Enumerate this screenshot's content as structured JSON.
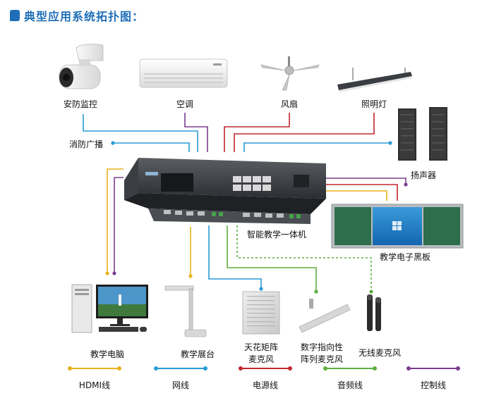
{
  "title": "典型应用系统拓扑图：",
  "colors": {
    "hdmi": "#e8b21e",
    "network": "#2a9bd6",
    "power": "#c0282e",
    "audio": "#5cae3d",
    "control": "#7b3d8f",
    "title": "#1f6fb8"
  },
  "devices": {
    "camera": "安防监控",
    "ac": "空调",
    "fan": "风扇",
    "light": "照明灯",
    "fire": "消防广播",
    "speaker": "扬声器",
    "hub": "智能教学一体机",
    "board": "教学电子黑板",
    "pc": "教学电脑",
    "visualizer": "教学展台",
    "ceiling_mic_1": "天花矩阵",
    "ceiling_mic_2": "麦克风",
    "array_mic_1": "数字指向性",
    "array_mic_2": "阵列麦克风",
    "wireless_mic": "无线麦克风"
  },
  "legend": [
    {
      "label": "HDMI线",
      "color": "#e8b21e"
    },
    {
      "label": "网线",
      "color": "#2a9bd6"
    },
    {
      "label": "电源线",
      "color": "#c0282e"
    },
    {
      "label": "音频线",
      "color": "#5cae3d"
    },
    {
      "label": "控制线",
      "color": "#7b3d8f"
    }
  ]
}
